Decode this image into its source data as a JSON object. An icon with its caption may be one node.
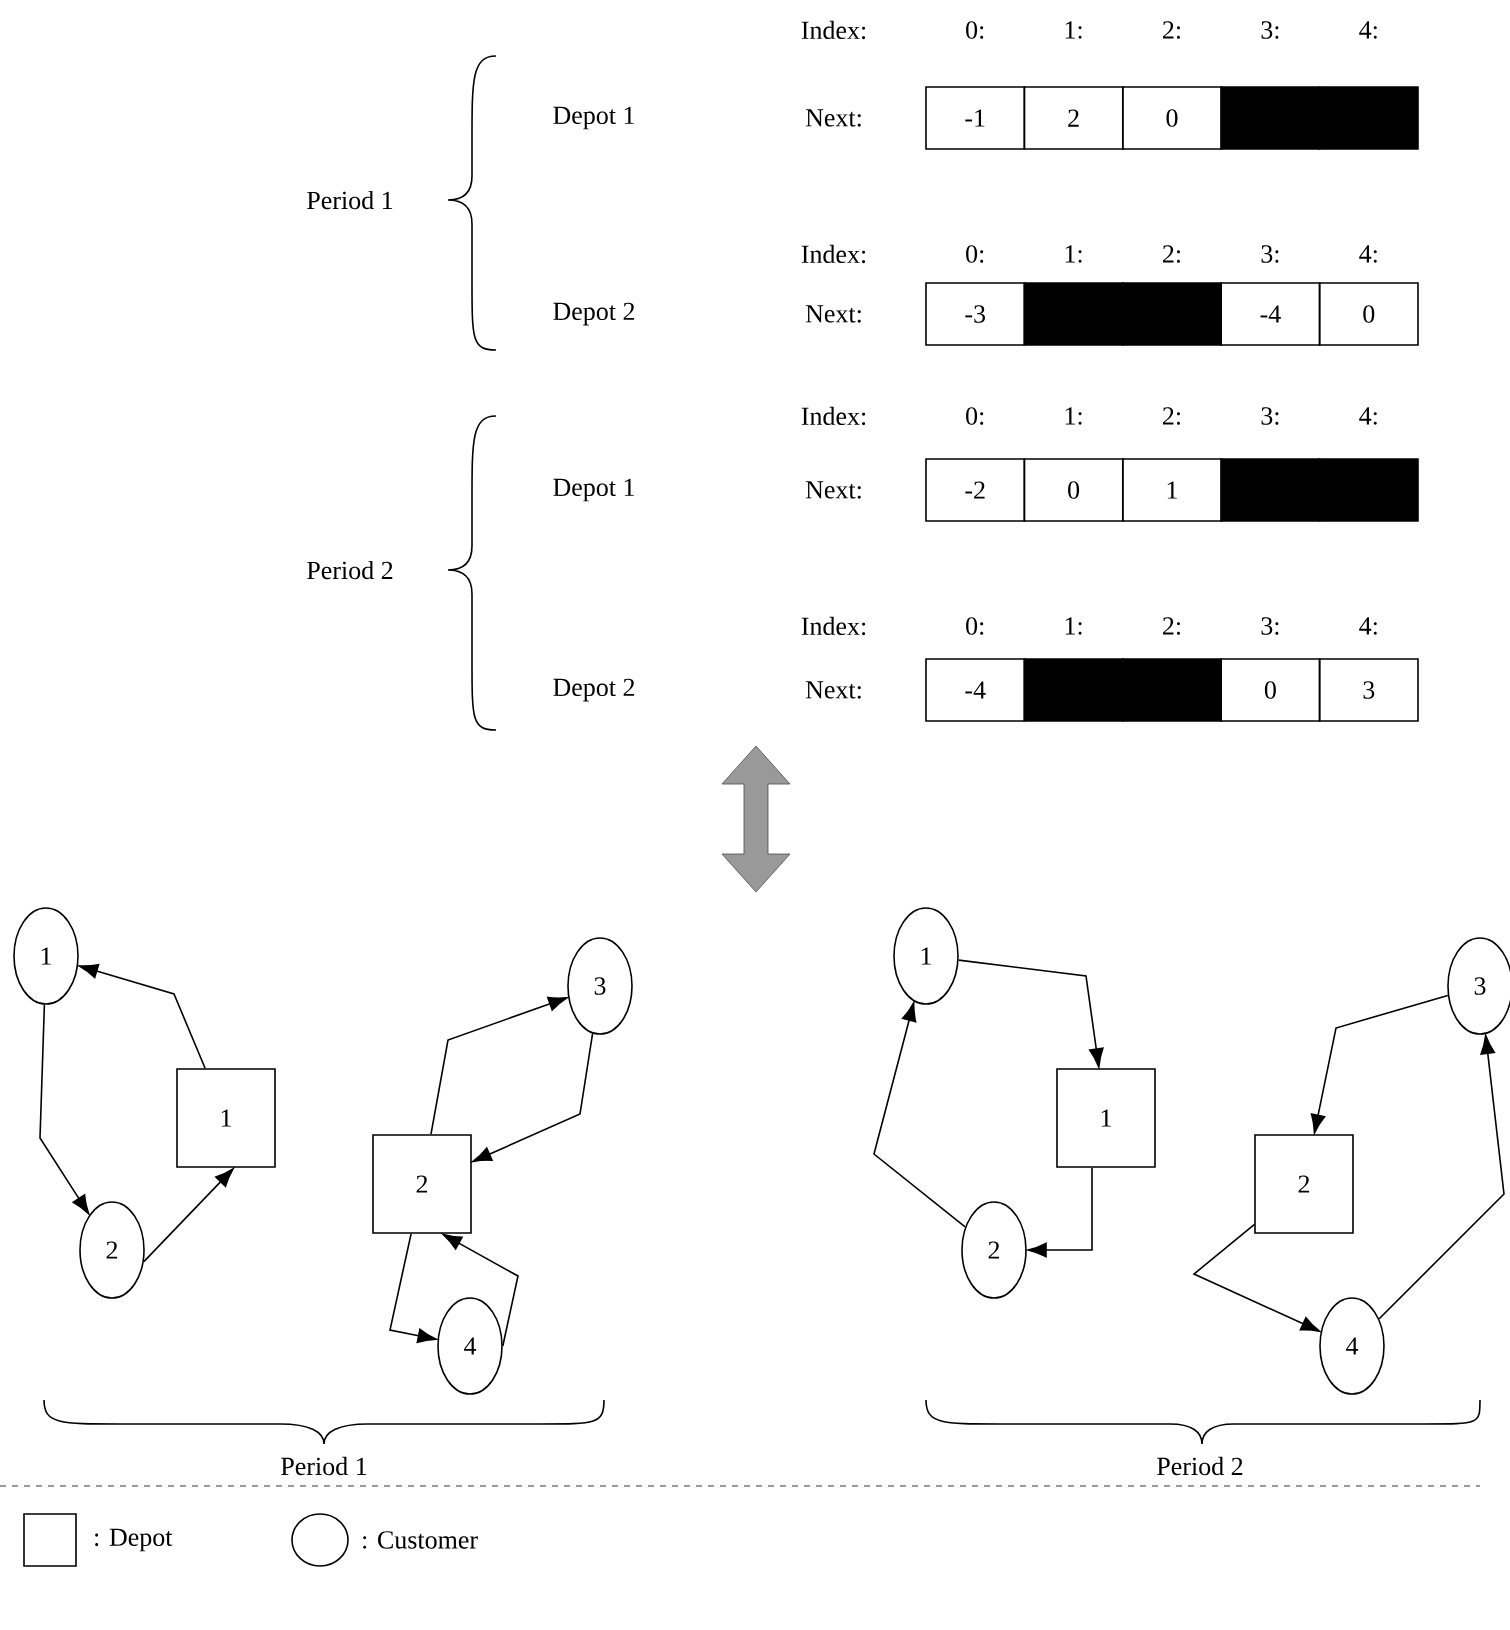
{
  "diagram": {
    "nodes": [
      {
        "text": [
          "-1"
        ]
      },
      {
        "text": [
          "2"
        ]
      },
      {
        "text": [
          "0"
        ]
      },
      {
        "text": [],
        "shape": "box"
      },
      {
        "text": [],
        "shape": "box"
      },
      {
        "text": [
          "-3"
        ]
      },
      {
        "text": [],
        "shape": "box"
      },
      {
        "text": [],
        "shape": "box"
      },
      {
        "text": [
          "-4"
        ]
      },
      {
        "text": [
          "0"
        ]
      },
      {
        "text": [
          "-2"
        ]
      },
      {
        "text": [
          "0"
        ]
      },
      {
        "text": [
          "1"
        ]
      },
      {
        "text": [],
        "shape": "box"
      },
      {
        "text": [],
        "shape": "box"
      },
      {
        "text": [
          "-4"
        ]
      },
      {
        "text": [],
        "shape": "box"
      },
      {
        "text": [],
        "shape": "box"
      },
      {
        "text": [
          "0"
        ]
      },
      {
        "text": [
          "3"
        ]
      },
      {
        "text": [
          "1"
        ]
      },
      {
        "text": [
          "1"
        ]
      },
      {
        "text": [
          "2"
        ]
      },
      {
        "text": [
          "3"
        ]
      },
      {
        "text": [
          "2"
        ]
      },
      {
        "text": [
          "4"
        ]
      },
      {
        "text": [
          "1"
        ]
      },
      {
        "text": [
          "1"
        ]
      },
      {
        "text": [
          "2"
        ]
      },
      {
        "text": [
          "3"
        ]
      },
      {
        "text": [
          "2"
        ]
      },
      {
        "text": [
          "4"
        ]
      }
    ],
    "edges": [
      {
        "from": 21,
        "to": 20,
        "arrow": "to"
      },
      {
        "from": 20,
        "to": 22,
        "arrow": "to"
      },
      {
        "from": 22,
        "to": 21,
        "arrow": "to"
      },
      {
        "from": 24,
        "to": 23,
        "arrow": "to"
      },
      {
        "from": 23,
        "to": 24,
        "arrow": "to"
      },
      {
        "from": 24,
        "to": 25,
        "arrow": "to"
      },
      {
        "from": 25,
        "to": 24,
        "arrow": "to"
      },
      {
        "from": 26,
        "to": 27,
        "arrow": "to"
      },
      {
        "from": 27,
        "to": 28,
        "arrow": "to"
      },
      {
        "from": 28,
        "to": 26,
        "arrow": "to"
      },
      {
        "from": 29,
        "to": 30,
        "arrow": "to"
      },
      {
        "from": 30,
        "to": 31,
        "arrow": "to"
      },
      {
        "from": 31,
        "to": 29,
        "arrow": "to"
      }
    ],
    "labels": [
      "Period 1",
      "Index:",
      "0:",
      "1:",
      "2:",
      "3:",
      "4:",
      "Depot 1",
      "Next:",
      "Index:",
      "0:",
      "1:",
      "2:",
      "3:",
      "4:",
      "Depot 2",
      "Next:",
      "Period 2",
      "Index:",
      "0:",
      "1:",
      "2:",
      "3:",
      "4:",
      "Depot 1",
      "Next:",
      "Index:",
      "0:",
      "1:",
      "2:",
      "3:",
      "4:",
      "Depot 2",
      "Next:",
      "Period 1",
      "Period 2"
    ],
    "legend": [
      {
        "text": ": Depot"
      },
      {
        "text": ": Customer"
      }
    ]
  }
}
